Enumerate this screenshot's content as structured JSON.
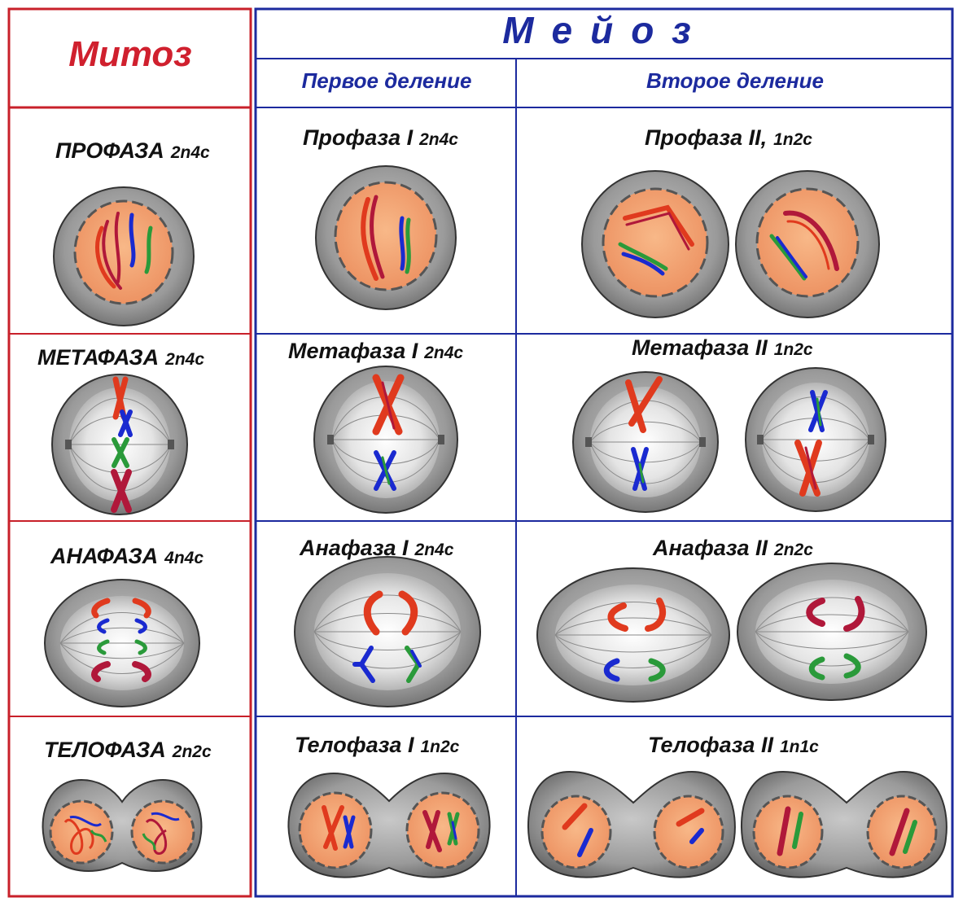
{
  "mitosis": {
    "title": "Митоз",
    "phases": [
      {
        "name": "ПРОФАЗА",
        "ploidy": "2n4c"
      },
      {
        "name": "МЕТАФАЗА",
        "ploidy": "2n4c"
      },
      {
        "name": "АНАФАЗА",
        "ploidy": "4n4c"
      },
      {
        "name": "ТЕЛОФАЗА",
        "ploidy": "2n2c"
      }
    ]
  },
  "meiosis": {
    "title": "Мейоз",
    "first_division": {
      "title": "Первое деление",
      "phases": [
        {
          "name": "Профаза I",
          "ploidy": "2n4c"
        },
        {
          "name": "Метафаза I",
          "ploidy": "2n4c"
        },
        {
          "name": "Анафаза I",
          "ploidy": "2n4c"
        },
        {
          "name": "Телофаза I",
          "ploidy": "1n2c"
        }
      ]
    },
    "second_division": {
      "title": "Второе деление",
      "phases": [
        {
          "name": "Профаза II,",
          "ploidy": "1n2c"
        },
        {
          "name": "Метафаза II",
          "ploidy": "1n2c"
        },
        {
          "name": "Анафаза II",
          "ploidy": "2n2c"
        },
        {
          "name": "Телофаза II",
          "ploidy": "1n1c"
        }
      ]
    }
  },
  "colors": {
    "mitosis_border": "#c8202a",
    "meiosis_border": "#1c2a9e",
    "cytoplasm": "#9a9a9a",
    "nucleus": "#f2a070",
    "chromosome_red": "#e03a1e",
    "chromosome_darkred": "#b0183a",
    "chromosome_blue": "#1a2ad0",
    "chromosome_green": "#2a9a3a"
  }
}
